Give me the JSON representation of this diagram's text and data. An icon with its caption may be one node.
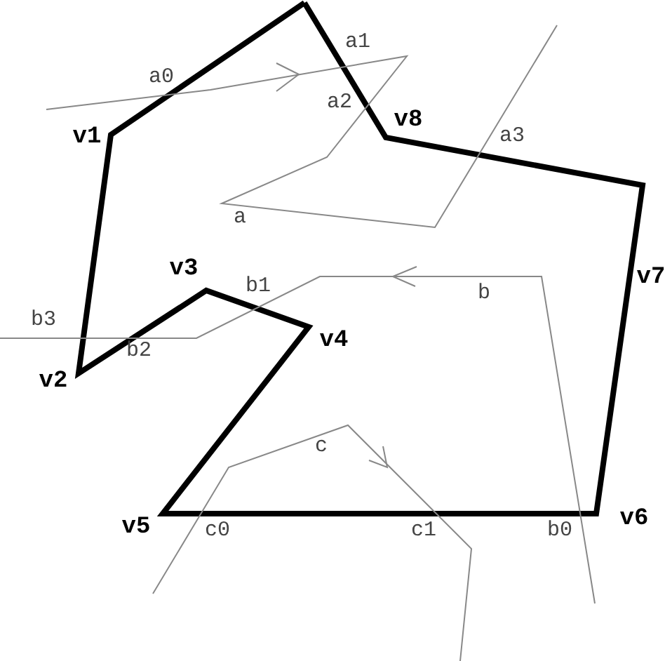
{
  "diagram": {
    "labels": [
      "a1",
      "a0",
      "a2",
      "v8",
      "v1",
      "a3",
      "a",
      "v3",
      "b1",
      "b",
      "v7",
      "b3",
      "v4",
      "b2",
      "v2",
      "c",
      "v5",
      "c0",
      "c1",
      "b0",
      "v6"
    ]
  }
}
